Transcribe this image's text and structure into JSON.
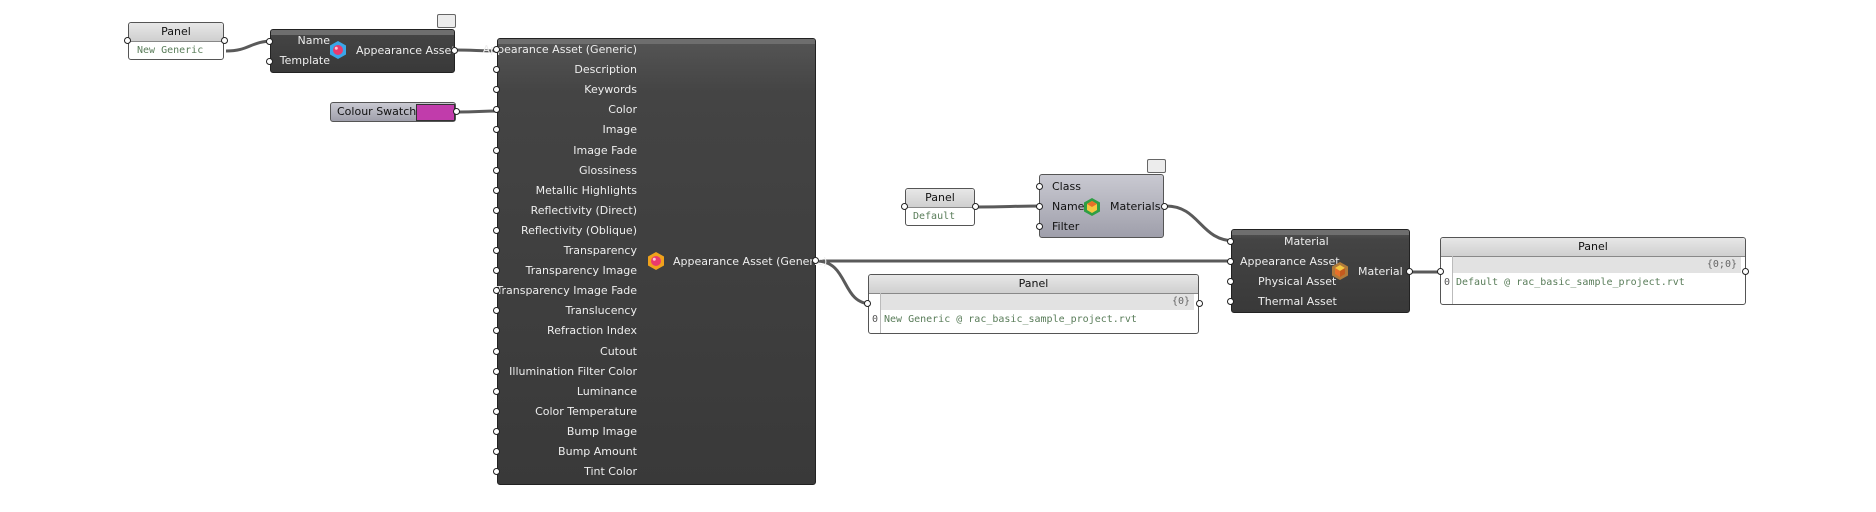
{
  "panel_new_generic": {
    "title": "Panel",
    "text": "New Generic"
  },
  "node_appearance_asset": {
    "title": "Appearance Asset",
    "inputs": [
      "Name",
      "Template"
    ]
  },
  "colour_swatch": {
    "label": "Colour Swatch",
    "color": "#c13cab"
  },
  "node_appearance_generic": {
    "inputs": [
      "Appearance Asset (Generic)",
      "Description",
      "Keywords",
      "Color",
      "Image",
      "Image Fade",
      "Glossiness",
      "Metallic Highlights",
      "Reflectivity (Direct)",
      "Reflectivity (Oblique)",
      "Transparency",
      "Transparency Image",
      "Transparency Image Fade",
      "Translucency",
      "Refraction Index",
      "Cutout",
      "Illumination Filter Color",
      "Luminance",
      "Color Temperature",
      "Bump Image",
      "Bump Amount",
      "Tint Color"
    ],
    "output": "Appearance Asset (Generic)"
  },
  "panel_default": {
    "title": "Panel",
    "text": "Default"
  },
  "node_materials": {
    "title": "Materials",
    "inputs": [
      "Class",
      "Name",
      "Filter"
    ]
  },
  "panel_result_1": {
    "title": "Panel",
    "path": "{0}",
    "index": "0",
    "text": "New Generic @ rac_basic_sample_project.rvt"
  },
  "node_material": {
    "title": "Material",
    "inputs": [
      "Material",
      "Appearance Asset",
      "Physical Asset",
      "Thermal Asset"
    ]
  },
  "panel_result_2": {
    "title": "Panel",
    "path": "{0;0}",
    "index": "0",
    "text": "Default @ rac_basic_sample_project.rvt"
  }
}
